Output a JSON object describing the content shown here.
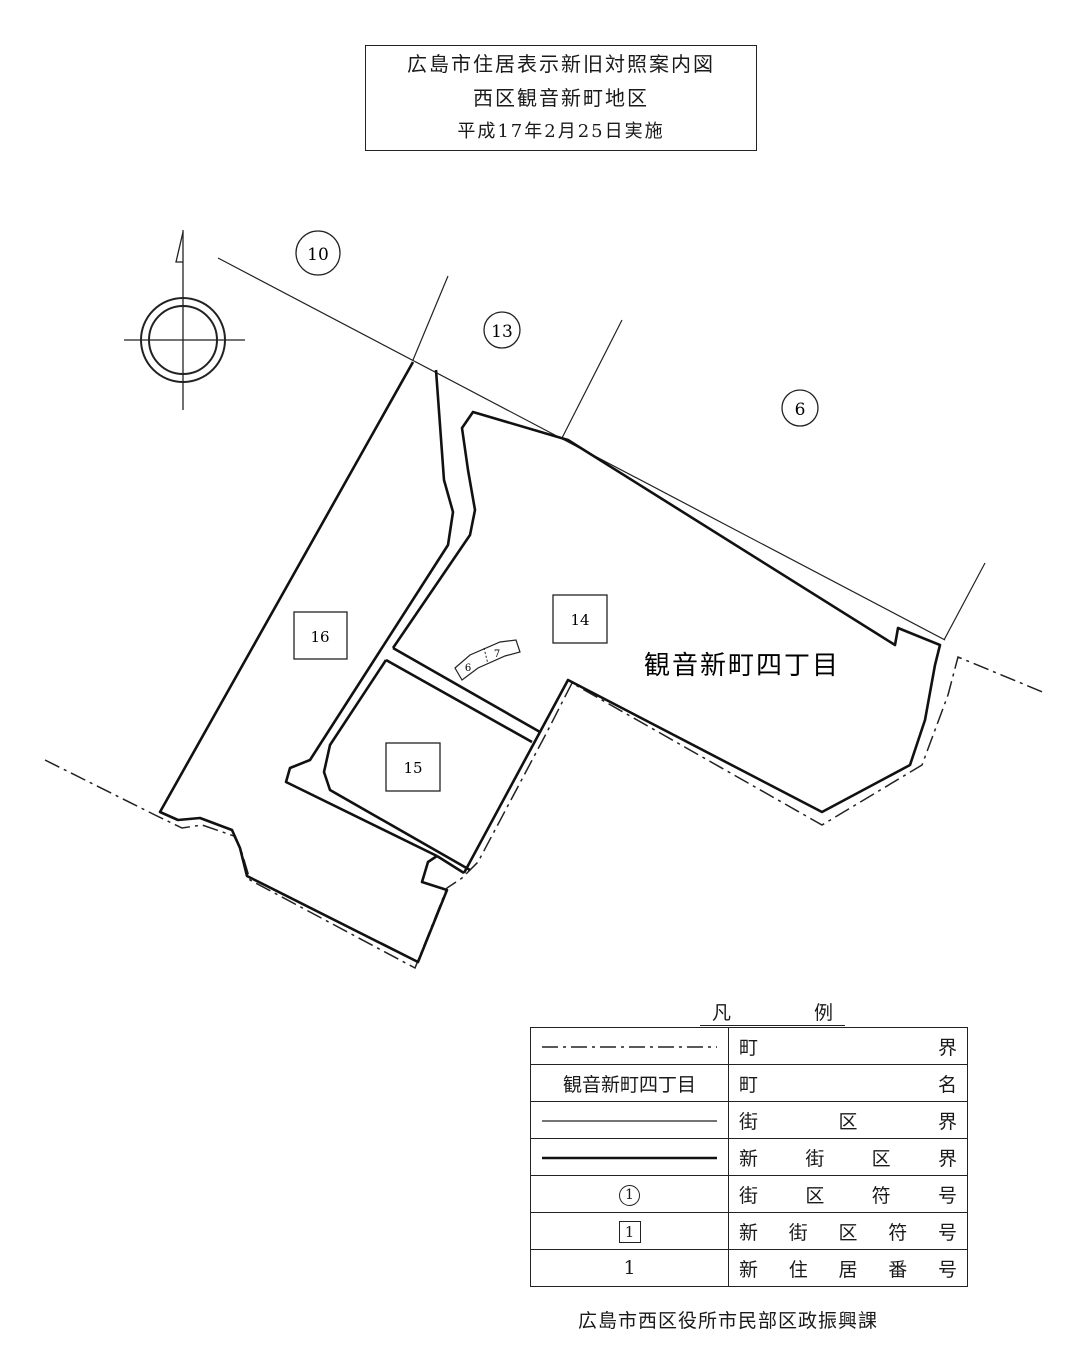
{
  "title": {
    "line1": "広島市住居表示新旧対照案内図",
    "line2": "西区観音新町地区",
    "line3": "平成17年2月25日実施"
  },
  "map": {
    "old_blocks": [
      "10",
      "13",
      "6"
    ],
    "new_blocks": [
      "16",
      "14",
      "15"
    ],
    "house_numbers": [
      "6",
      "7"
    ],
    "town_name": "観音新町四丁目"
  },
  "legend": {
    "title_chars": [
      "凡",
      "例"
    ],
    "rows": [
      {
        "symbol": "",
        "desc": [
          "町",
          "界"
        ]
      },
      {
        "symbol": "観音新町四丁目",
        "desc": [
          "町",
          "名"
        ]
      },
      {
        "symbol": "",
        "desc": [
          "街",
          "区",
          "界"
        ]
      },
      {
        "symbol": "",
        "desc": [
          "新",
          "街",
          "区",
          "界"
        ]
      },
      {
        "symbol": "1",
        "desc": [
          "街",
          "区",
          "符",
          "号"
        ]
      },
      {
        "symbol": "1",
        "desc": [
          "新",
          "街",
          "区",
          "符",
          "号"
        ]
      },
      {
        "symbol": "1",
        "desc": [
          "新",
          "住",
          "居",
          "番",
          "号"
        ]
      }
    ]
  },
  "footer": "広島市西区役所市民部区政振興課"
}
